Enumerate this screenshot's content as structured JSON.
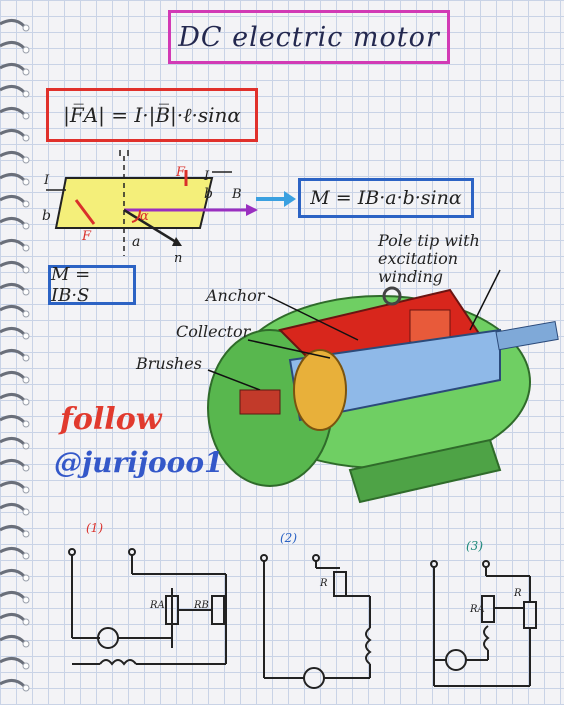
{
  "title": "DC electric motor",
  "formulas": {
    "force": "|F̅A| = I·|B̅|·ℓ·sinα",
    "moment": "M = IB·a·b·sinα",
    "moment_short": "M = IB·S"
  },
  "frame_labels": {
    "current_left": "I",
    "current_right": "I",
    "side_b_left": "b",
    "side_b_right": "b",
    "side_a": "a",
    "force_top": "F",
    "force_bottom": "F",
    "field": "B",
    "normal": "n",
    "angle": "α"
  },
  "motor_labels": {
    "pole_tip": "Pole tip with excitation winding",
    "anchor": "Anchor",
    "collector": "Collector",
    "brushes": "Brushes"
  },
  "social": {
    "follow": "follow",
    "handle": "@jurijooo1"
  },
  "circuits": [
    {
      "number": "(1)",
      "resistors": [
        "RA",
        "RB"
      ]
    },
    {
      "number": "(2)",
      "resistors": [
        "R"
      ]
    },
    {
      "number": "(3)",
      "resistors": [
        "RA",
        "R"
      ]
    }
  ],
  "colors": {
    "title_border": "#d23ab5",
    "force_border": "#e0302b",
    "moment_border": "#2c63c4",
    "follow": "#e13a2e",
    "handle": "#3458c9"
  }
}
